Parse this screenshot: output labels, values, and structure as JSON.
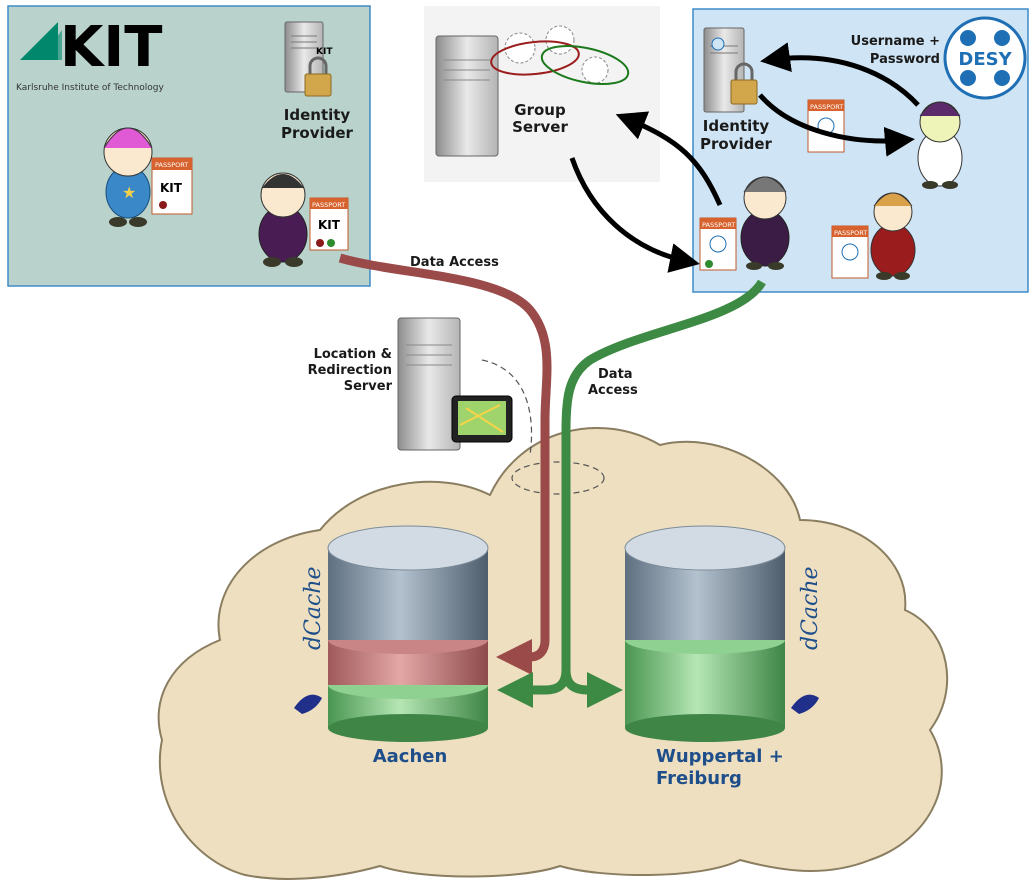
{
  "kit": {
    "logo_text": "KIT",
    "logo_subtitle": "Karlsruhe Institute of Technology",
    "idp_line1": "Identity",
    "idp_line2": "Provider",
    "passport_label": "PASSPORT",
    "passport_brand": "KIT",
    "server_brand": "KIT"
  },
  "group_server": {
    "line1": "Group",
    "line2": "Server"
  },
  "desy": {
    "logo_text": "DESY",
    "idp_line1": "Identity",
    "idp_line2": "Provider",
    "cred_line1": "Username +",
    "cred_line2": "Password",
    "passport_label": "PASSPORT"
  },
  "location_server": {
    "line1": "Location &",
    "line2": "Redirection",
    "line3": "Server"
  },
  "flows": {
    "data_access_kit": "Data Access",
    "data_access_desy_1": "Data",
    "data_access_desy_2": "Access"
  },
  "storage": {
    "aachen": "Aachen",
    "wuppertal_line1": "Wuppertal +",
    "wuppertal_line2": "Freiburg",
    "dcache_brand": "dCache"
  },
  "colors": {
    "kit_panel": "#b9d3cc",
    "desy_panel": "#cfe4f4",
    "cloud": "#eddfc0",
    "flow_red": "#9b4a4a",
    "flow_green": "#3d8a44",
    "site_text": "#1f4f8a"
  }
}
